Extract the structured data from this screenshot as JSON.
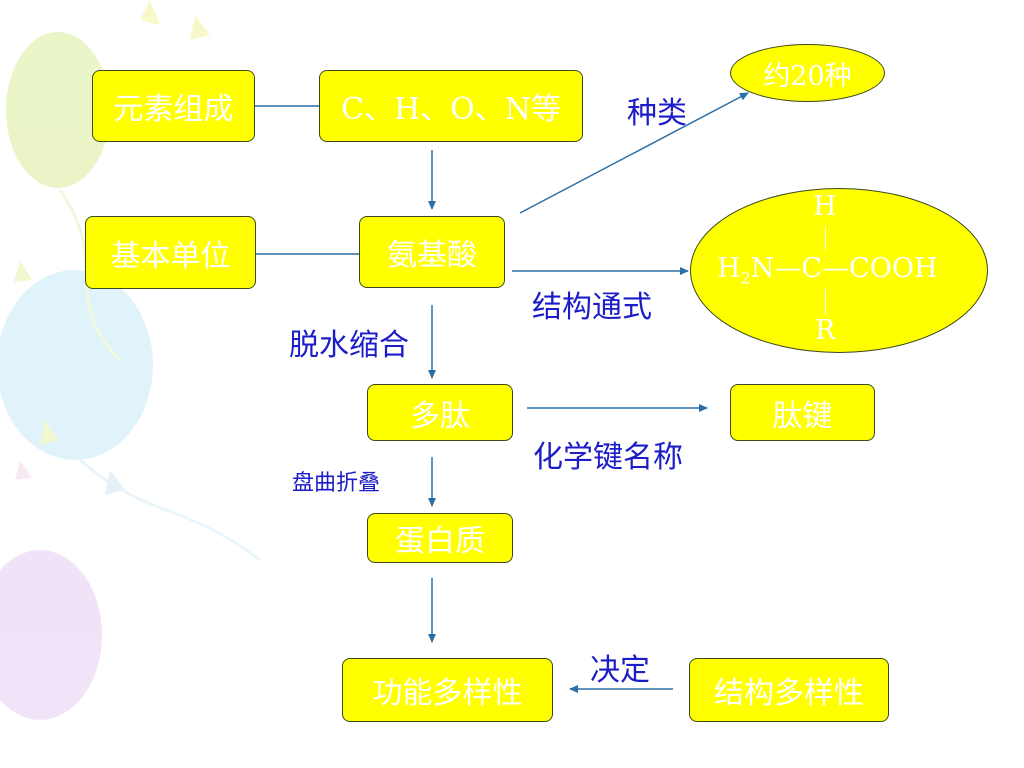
{
  "boxes": {
    "element": "元素组成",
    "chon": "C、H、O、N等",
    "basic_unit": "基本单位",
    "amino_acid": "氨基酸",
    "polypeptide": "多肽",
    "peptide_bond": "肽键",
    "protein": "蛋白质",
    "function_diversity": "功能多样性",
    "structure_diversity": "结构多样性",
    "about20": "约20种"
  },
  "labels": {
    "kinds": "种类",
    "general_formula": "结构通式",
    "dehydration": "脱水缩合",
    "bond_name": "化学键名称",
    "folding": "盘曲折叠",
    "determines": "决定"
  },
  "formula": {
    "top": "H",
    "h2": "H",
    "sub2": "2",
    "n": "N",
    "dash1": "—",
    "c": "C",
    "dash2": "—",
    "cooh": "COOH",
    "bottom": "R"
  },
  "colors": {
    "box_fill": "#ffff00",
    "box_text": "#ffffff",
    "label_text": "#1c1cc8",
    "arrow": "#2a6fa8"
  }
}
